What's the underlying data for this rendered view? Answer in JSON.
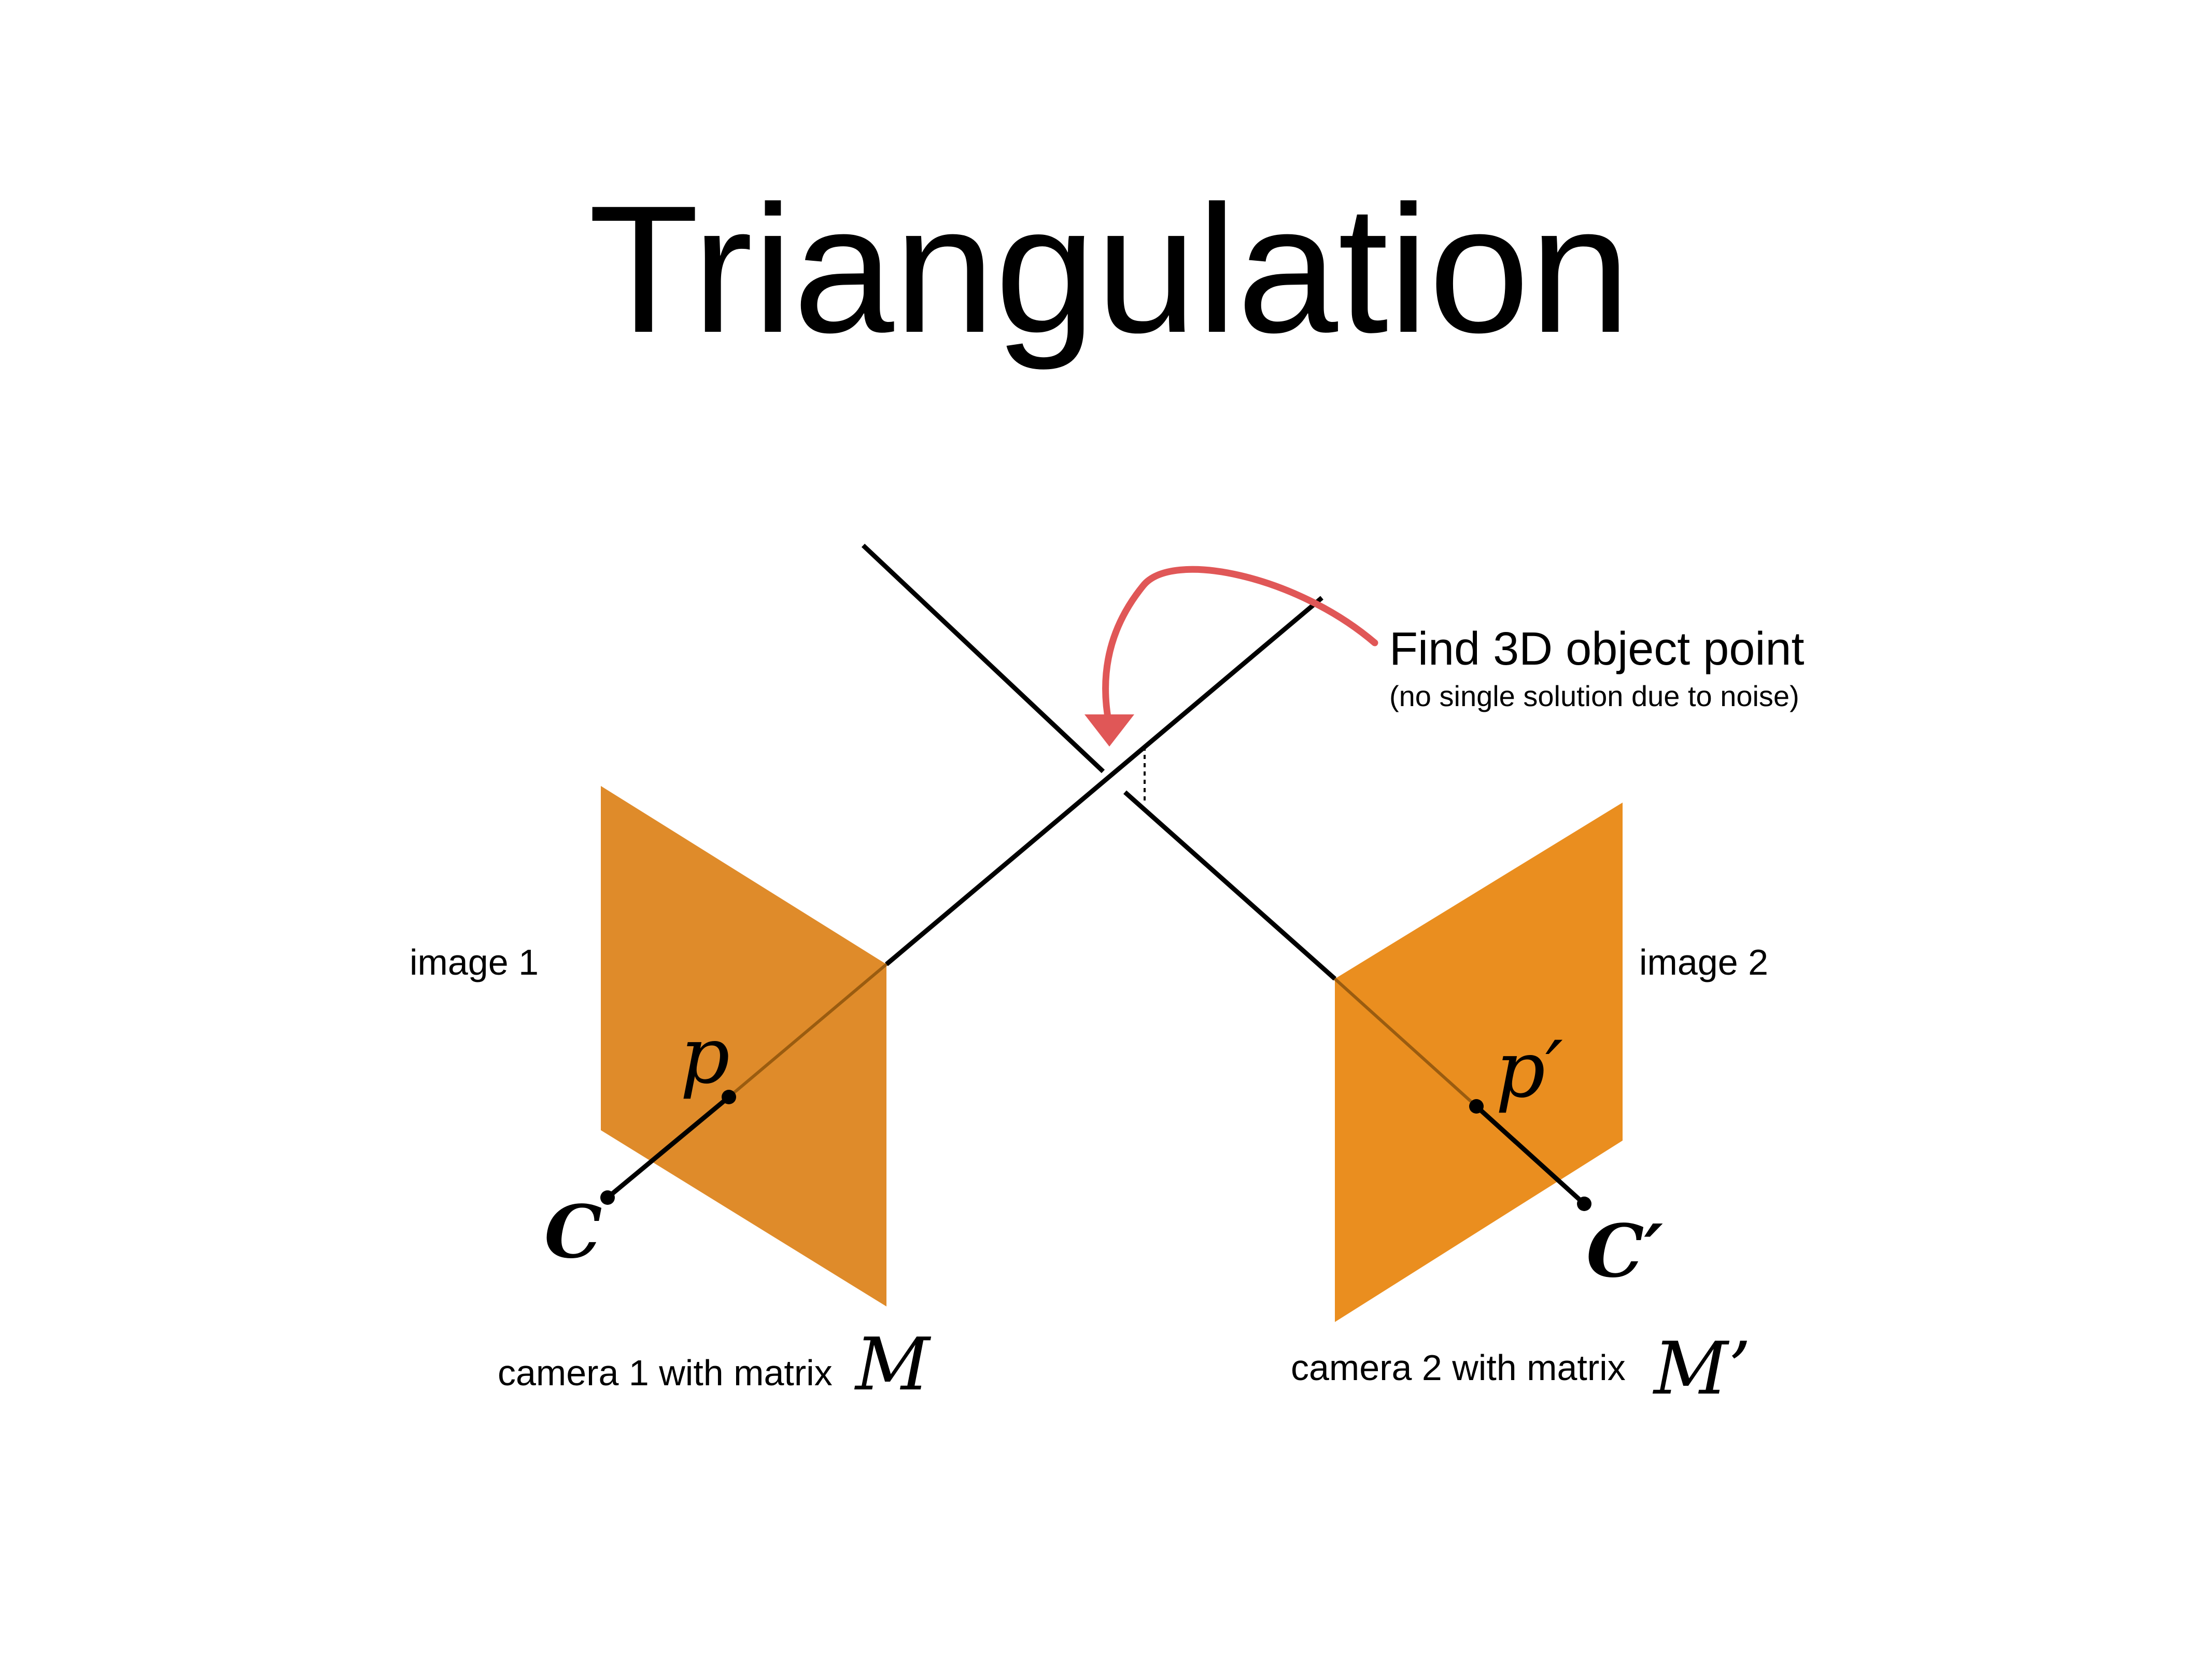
{
  "slide": {
    "title": "Triangulation"
  },
  "annotation": {
    "main": "Find 3D object point",
    "sub": "(no single solution due to noise)",
    "arrow_color": "#e05757"
  },
  "labels": {
    "image1": "image 1",
    "image2": "image 2",
    "camera1": "camera 1 with matrix",
    "camera2": "camera 2 with matrix",
    "matrix1": "M",
    "matrix2": "M’",
    "point1": "p",
    "point2": "p′",
    "center1": "C",
    "center2": "C′"
  },
  "colors": {
    "plane1": "#df8b2a",
    "plane2": "#ea8e1f",
    "lines": "#000000"
  }
}
